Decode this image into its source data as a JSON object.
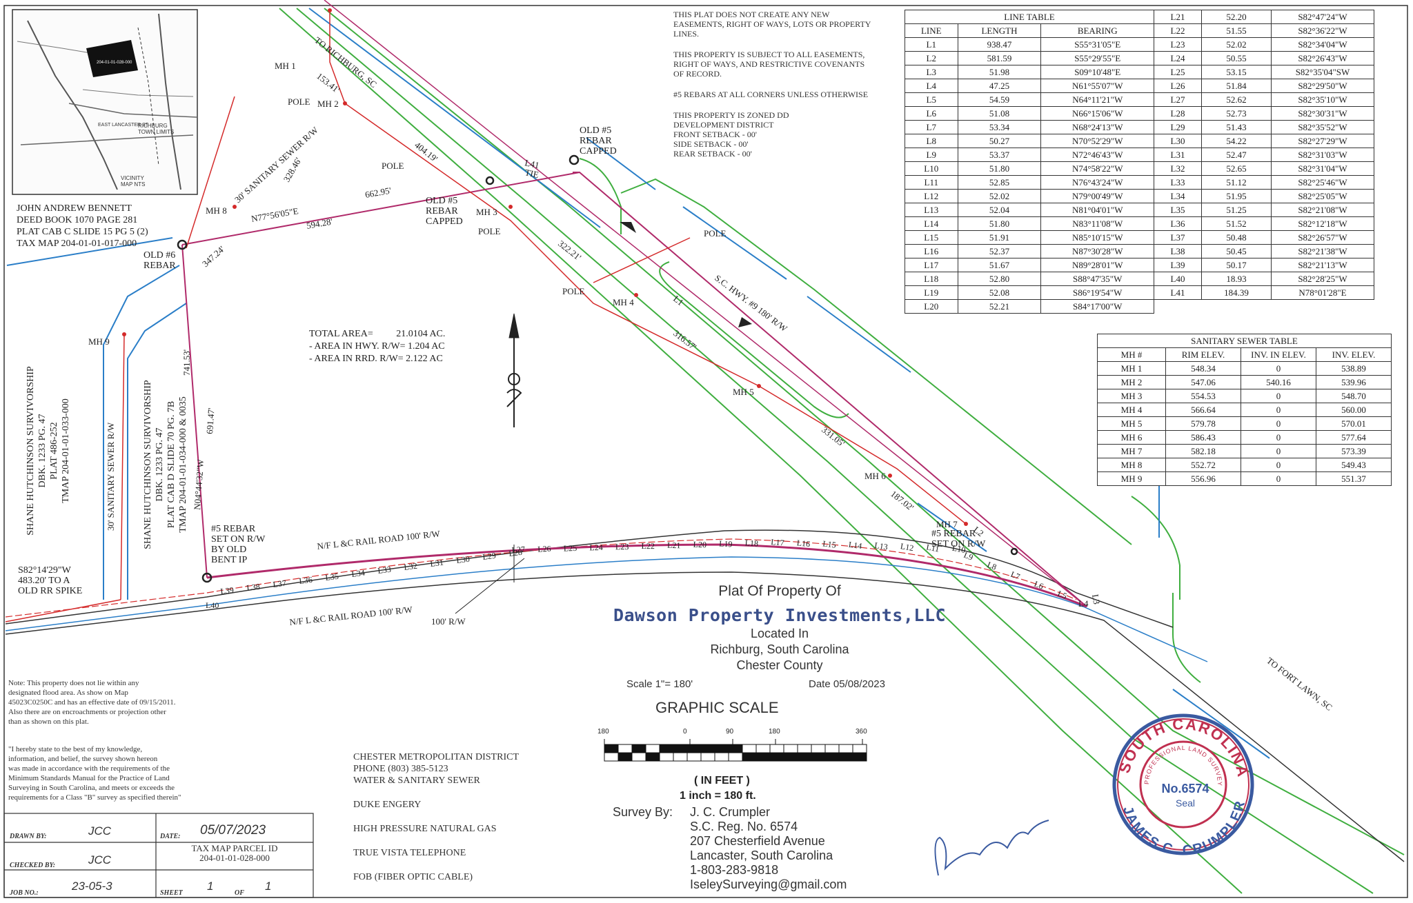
{
  "notes": {
    "easement": "THIS PLAT DOES NOT CREATE ANY NEW\nEASEMENTS, RIGHT OF WAYS, LOTS OR PROPERTY\nLINES.",
    "subject": "THIS PROPERTY IS SUBJECT TO ALL EASEMENTS,\nRIGHT OF WAYS, AND RESTRICTIVE COVENANTS\nOF RECORD.",
    "rebars": "#5 REBARS AT ALL CORNERS UNLESS OTHERWISE",
    "zoning": "THIS PROPERTY IS ZONED DD\nDEVELOPMENT DISTRICT\nFRONT SETBACK - 00'\nSIDE SETBACK - 00'\nREAR SETBACK - 00'",
    "flood": "Note:  This property does not lie within any\n          designated flood area. As show on Map\n          45023C0250C and has an effective date of 09/15/2011.\n          Also there are on encroachments or projection other\n          than as shown on this plat.",
    "certification": "\"I hereby state to the best of my knowledge,\ninformation, and belief, the survey shown hereon\nwas made in accordance with the requirements of the\nMinimum Standards Manual for the Practice of Land\nSurveying in South Carolina, and meets or exceeds the\nrequirements for a Class \"B\" survey as specified therein\""
  },
  "area": {
    "total_label": "TOTAL AREA=",
    "total_value": "21.0104 AC.",
    "hwy": "- AREA IN HWY. R/W= 1.204 AC",
    "rrd": "- AREA IN RRD. R/W= 2.122 AC"
  },
  "owner_block": "JOHN ANDREW BENNETT\nDEED BOOK 1070 PAGE 281\nPLAT CAB C SLIDE 15 PG 5 (2)\nTAX MAP 204-01-01-017-000",
  "line_table": {
    "caption": "LINE TABLE",
    "headers": [
      "LINE",
      "LENGTH",
      "BEARING"
    ],
    "rows_left": [
      [
        "L1",
        "938.47",
        "S55°31'05\"E"
      ],
      [
        "L2",
        "581.59",
        "S55°29'55\"E"
      ],
      [
        "L3",
        "51.98",
        "S09°10'48\"E"
      ],
      [
        "L4",
        "47.25",
        "N61°55'07\"W"
      ],
      [
        "L5",
        "54.59",
        "N64°11'21\"W"
      ],
      [
        "L6",
        "51.08",
        "N66°15'06\"W"
      ],
      [
        "L7",
        "53.34",
        "N68°24'13\"W"
      ],
      [
        "L8",
        "50.27",
        "N70°52'29\"W"
      ],
      [
        "L9",
        "53.37",
        "N72°46'43\"W"
      ],
      [
        "L10",
        "51.80",
        "N74°58'22\"W"
      ],
      [
        "L11",
        "52.85",
        "N76°43'24\"W"
      ],
      [
        "L12",
        "52.02",
        "N79°00'49\"W"
      ],
      [
        "L13",
        "52.04",
        "N81°04'01\"W"
      ],
      [
        "L14",
        "51.80",
        "N83°11'08\"W"
      ],
      [
        "L15",
        "51.91",
        "N85°10'15\"W"
      ],
      [
        "L16",
        "52.37",
        "N87°30'28\"W"
      ],
      [
        "L17",
        "51.67",
        "N89°28'01\"W"
      ],
      [
        "L18",
        "52.80",
        "S88°47'35\"W"
      ],
      [
        "L19",
        "52.08",
        "S86°19'54\"W"
      ],
      [
        "L20",
        "52.21",
        "S84°17'00\"W"
      ]
    ],
    "rows_right": [
      [
        "L21",
        "52.20",
        "S82°47'24\"W"
      ],
      [
        "L22",
        "51.55",
        "S82°36'22\"W"
      ],
      [
        "L23",
        "52.02",
        "S82°34'04\"W"
      ],
      [
        "L24",
        "50.55",
        "S82°26'43\"W"
      ],
      [
        "L25",
        "53.15",
        "S82°35'04\"SW"
      ],
      [
        "L26",
        "51.84",
        "S82°29'50\"W"
      ],
      [
        "L27",
        "52.62",
        "S82°35'10\"W"
      ],
      [
        "L28",
        "52.73",
        "S82°30'31\"W"
      ],
      [
        "L29",
        "51.43",
        "S82°35'52\"W"
      ],
      [
        "L30",
        "54.22",
        "S82°27'29\"W"
      ],
      [
        "L31",
        "52.47",
        "S82°31'03\"W"
      ],
      [
        "L32",
        "52.65",
        "S82°31'04\"W"
      ],
      [
        "L33",
        "51.12",
        "S82°25'46\"W"
      ],
      [
        "L34",
        "51.95",
        "S82°25'05\"W"
      ],
      [
        "L35",
        "51.25",
        "S82°21'08\"W"
      ],
      [
        "L36",
        "51.52",
        "S82°12'18\"W"
      ],
      [
        "L37",
        "50.48",
        "S82°26'57\"W"
      ],
      [
        "L38",
        "50.45",
        "S82°21'38\"W"
      ],
      [
        "L39",
        "50.17",
        "S82°21'13\"W"
      ],
      [
        "L40",
        "18.93",
        "S82°28'25\"W"
      ],
      [
        "L41",
        "184.39",
        "N78°01'28\"E"
      ]
    ]
  },
  "sewer_table": {
    "caption": "SANITARY SEWER TABLE",
    "headers": [
      "MH #",
      "RIM ELEV.",
      "INV. IN ELEV.",
      "INV. ELEV."
    ],
    "rows": [
      [
        "MH 1",
        "548.34",
        "0",
        "538.89"
      ],
      [
        "MH 2",
        "547.06",
        "540.16",
        "539.96"
      ],
      [
        "MH 3",
        "554.53",
        "0",
        "548.70"
      ],
      [
        "MH 4",
        "566.64",
        "0",
        "560.00"
      ],
      [
        "MH 5",
        "579.78",
        "0",
        "570.01"
      ],
      [
        "MH 6",
        "586.43",
        "0",
        "577.64"
      ],
      [
        "MH 7",
        "582.18",
        "0",
        "573.39"
      ],
      [
        "MH 8",
        "552.72",
        "0",
        "549.43"
      ],
      [
        "MH 9",
        "556.96",
        "0",
        "551.37"
      ]
    ]
  },
  "map_labels": {
    "to_richburg": "TO RICHBURG, SC",
    "hwy": "S.C. HWY. #9 180' R/W",
    "to_fort_lawn": "TO FORT LAWN, SC",
    "sewer_rw_upper": "30' SANITARY SEWER R/W",
    "sewer_rw_left": "30' SANITARY SEWER R/W",
    "rail_upper": "N/F L &C RAIL ROAD 100' R/W",
    "rail_lower": "N/F L &C RAIL ROAD 100' R/W",
    "rw_100": "100' R/W",
    "tie": "TIE",
    "l41": "L41",
    "l1": "L1",
    "l2": "L2",
    "l3": "L3",
    "l4": "L4",
    "mh1": "MH 1",
    "mh2": "MH 2",
    "mh3": "MH 3",
    "mh4": "MH 4",
    "mh5": "MH 5",
    "mh6": "MH 6",
    "mh7": "MH 7",
    "mh8": "MH 8",
    "mh9": "MH 9",
    "pole": "POLE",
    "old_rebar_capped": "OLD #5\nREBAR\nCAPPED",
    "old_rebar_6": "OLD #6\nREBAR",
    "rebar_set_bent": "#5 REBAR\nSET ON R/W\nBY OLD\nBENT IP",
    "rebar_set_rw": "#5 REBAR\nSET ON R/W",
    "spike_note": "S82°14'29\"W\n483.20' TO A\nOLD RR SPIKE",
    "d_153": "153.41'",
    "d_328": "328.46'",
    "d_404": "404.19'",
    "d_322": "322.21'",
    "d_316": "316.57'",
    "d_331": "331.05'",
    "d_187": "187.02'",
    "d_662": "662.95'",
    "d_594": "594.28'",
    "d_347": "347.24'",
    "d_741": "741.53'",
    "d_691": "691.47'",
    "bearing_n77": "N77°56'05\"E",
    "bearing_n04": "N04°44'32\"W",
    "shane1": "SHANE HUTCHINSON SURVIVORSHIP\nDBK. 1233 PG. 47\nPLAT 486-252\nTMAP 204-01-01-033-000",
    "shane2": "SHANE HUTCHINSON SURVIVORSHIP\nDBK. 1233 PG. 47\nPLAT CAB D SLIDE 70 PG. 7B\nTMAP 204-01-01-034-000 & 0035",
    "curve_lines_upper": [
      "L27",
      "L26",
      "L25",
      "L24",
      "L23",
      "L22",
      "L21",
      "L20",
      "L19",
      "L18",
      "L17",
      "L16",
      "L15",
      "L14",
      "L13",
      "L12",
      "L11",
      "L10"
    ],
    "curve_lines_lower": [
      "L39",
      "L38",
      "L37",
      "L36",
      "L35",
      "L34",
      "L33",
      "L32",
      "L31",
      "L30",
      "L29",
      "L28"
    ],
    "curve_lines_end": [
      "L9",
      "L8",
      "L7",
      "L6",
      "L5"
    ],
    "l40": "L40"
  },
  "vicinity": {
    "label": "VICINITY\nMAP NTS",
    "town": "RICHBURG\nTOWN LIMITS",
    "east_lancaster": "EAST LANCASTER ST",
    "parcel": "204-01-01-028-000"
  },
  "title": {
    "heading": "Plat Of Property Of",
    "owner": "Dawson Property Investments,LLC",
    "located": "Located In",
    "city": "Richburg, South Carolina",
    "county": "Chester County",
    "scale": "Scale 1\"= 180'",
    "date": "Date 05/08/2023"
  },
  "graphic_scale": {
    "title": "GRAPHIC SCALE",
    "ticks": [
      "180",
      "0",
      "90",
      "180",
      "360"
    ],
    "unit": "( IN FEET )",
    "ratio": "1 inch = 180 ft."
  },
  "utilities": [
    "CHESTER METROPOLITAN DISTRICT",
    "PHONE (803) 385-5123",
    "WATER & SANITARY SEWER",
    "DUKE ENGERY",
    "HIGH PRESSURE NATURAL GAS",
    "TRUE VISTA TELEPHONE",
    "FOB (FIBER OPTIC CABLE)"
  ],
  "surveyor": {
    "by_label": "Survey By:",
    "name": "J. C. Crumpler",
    "reg": "S.C. Reg. No. 6574",
    "address1": "207 Chesterfield Avenue",
    "address2": "Lancaster, South Carolina",
    "phone": "1-803-283-9818",
    "email": "IseleySurveying@gmail.com"
  },
  "seal": {
    "top": "SOUTH CAROLINA",
    "bottom": "JAMES C. CRUMPLER",
    "inner": "PROFESSIONAL LAND SURVEYOR",
    "number": "No.6574",
    "word": "Seal"
  },
  "title_block": {
    "drawn_label": "DRAWN BY:",
    "drawn_value": "JCC",
    "date_label": "DATE:",
    "date_value": "05/07/2023",
    "checked_label": "CHECKED BY:",
    "checked_value": "JCC",
    "taxmap_label": "TAX MAP PARCEL ID",
    "taxmap_value": "204-01-01-028-000",
    "job_label": "JOB NO.:",
    "job_value": "23-05-3",
    "sheet_label": "SHEET",
    "sheet_value": "1",
    "of_label": "OF",
    "of_value": "1"
  },
  "colors": {
    "boundary": "#b02a6a",
    "green": "#3fae3f",
    "blue": "#2a7ec8",
    "red": "#d42a2a",
    "seal": "#c03050",
    "seal_blue": "#3a5aa0"
  }
}
